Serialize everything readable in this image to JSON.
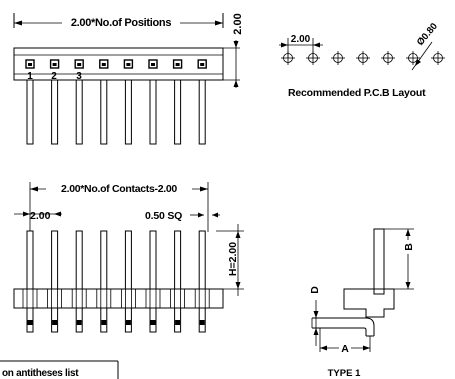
{
  "header_view": {
    "dimension_label": "2.00*No.of Positions",
    "height_label": "2.00",
    "pin_numbers": [
      "1",
      "2",
      "3"
    ]
  },
  "pcb_layout": {
    "pitch_label": "2.00",
    "hole_label": "Ø0.80",
    "caption": "Recommended P.C.B Layout"
  },
  "side_view": {
    "contacts_label": "2.00*No.of Contacts-2.00",
    "pitch_label": "2.00",
    "pin_size_label": "0.50 SQ",
    "height_label": "H=2.00"
  },
  "right_angle_view": {
    "label_b": "B",
    "label_d": "D",
    "label_a": "A",
    "caption": "TYPE 1"
  },
  "table_stub": {
    "text": "on antitheses list"
  }
}
